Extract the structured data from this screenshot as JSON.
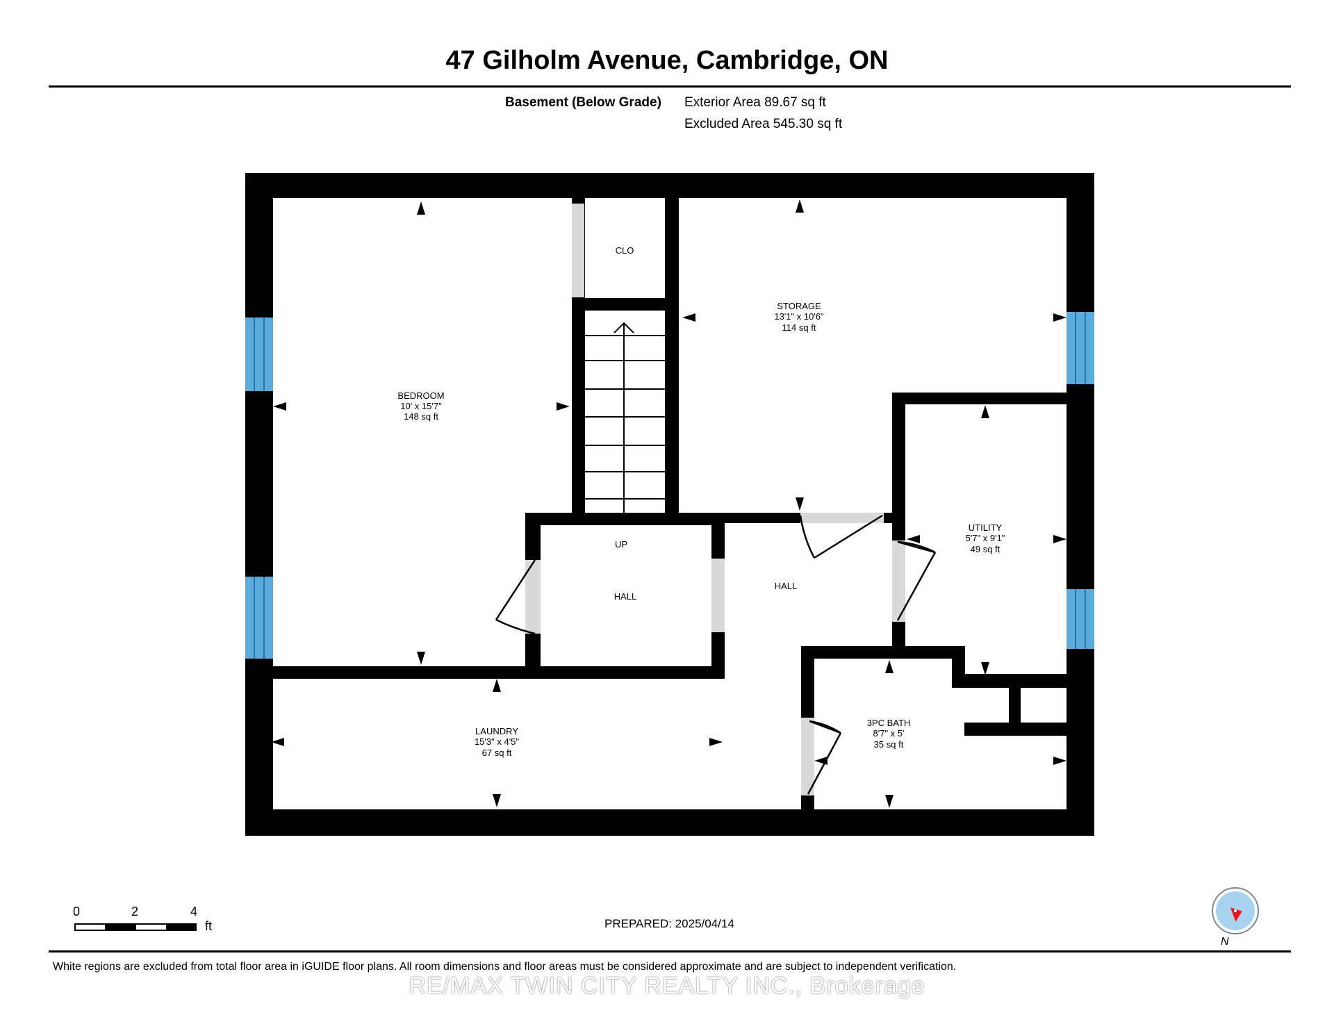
{
  "header": {
    "title": "47 Gilholm Avenue, Cambridge, ON"
  },
  "area_summary": {
    "floor_label": "Basement (Below Grade)",
    "exterior_area": "Exterior Area 89.67 sq ft",
    "excluded_area": "Excluded Area 545.30 sq ft"
  },
  "rooms": {
    "bedroom": {
      "name": "BEDROOM",
      "dims": "10' x 15'7\"",
      "area": "148 sq ft"
    },
    "clo": {
      "name": "CLO"
    },
    "storage": {
      "name": "STORAGE",
      "dims": "13'1\" x 10'6\"",
      "area": "114 sq ft"
    },
    "utility": {
      "name": "UTILITY",
      "dims": "5'7\" x 9'1\"",
      "area": "49 sq ft"
    },
    "up": {
      "name": "UP"
    },
    "hall_left": {
      "name": "HALL"
    },
    "hall_right": {
      "name": "HALL"
    },
    "laundry": {
      "name": "LAUNDRY",
      "dims": "15'3\" x 4'5\"",
      "area": "67 sq ft"
    },
    "bath": {
      "name": "3PC BATH",
      "dims": "8'7\" x 5'",
      "area": "35 sq ft"
    }
  },
  "scale_bar": {
    "ticks": [
      "0",
      "2",
      "4"
    ],
    "unit": "ft"
  },
  "footer": {
    "prepared": "PREPARED: 2025/04/14",
    "disclaimer": "White regions are excluded from total floor area in iGUIDE floor plans. All room dimensions and floor areas must be considered approximate and are subject to independent verification.",
    "watermark": "RE/MAX TWIN CITY REALTY INC., Brokerage",
    "compass_label": "N"
  },
  "colors": {
    "wall": "#000000",
    "window": "#5aabde",
    "door_opening": "#d9d9d9",
    "compass_face": "#a9d4f0",
    "compass_needle": "#e8141b"
  }
}
